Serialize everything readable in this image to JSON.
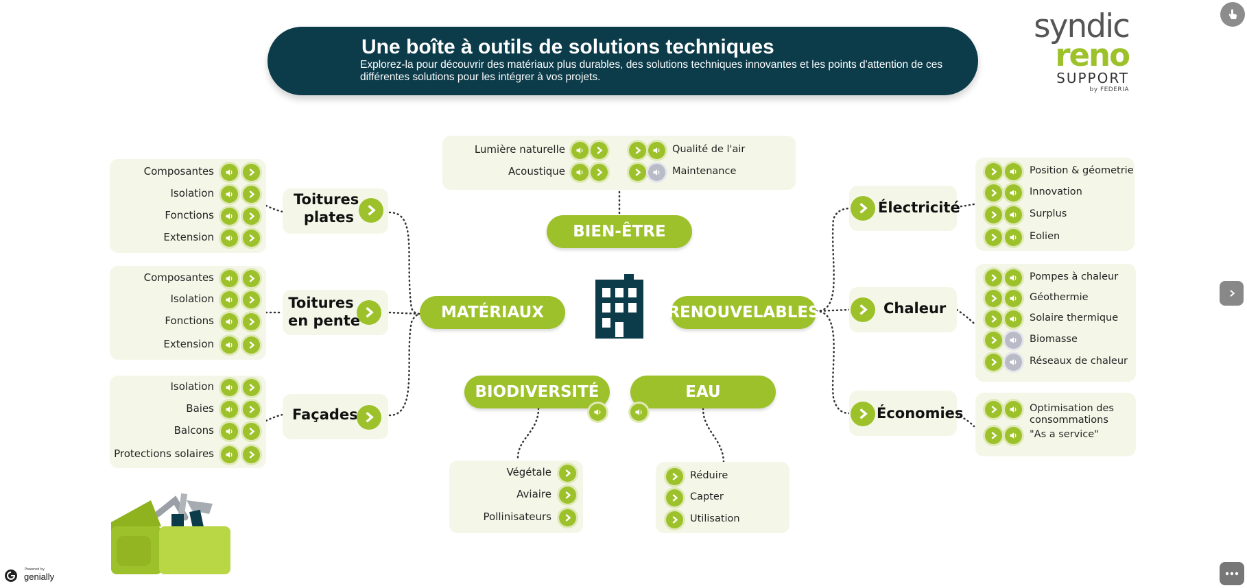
{
  "banner": {
    "title": "Une boîte à outils de solutions techniques",
    "subtitle": "Explorez-la pour découvrir des matériaux plus durables, des solutions techniques innovantes et les points d'attention de ces différentes solutions pour les intégrer à vos projets."
  },
  "logo": {
    "line1": "syndic",
    "line2": "reno",
    "line3": "SUPPORT",
    "line4": "by FEDERIA"
  },
  "hubs": {
    "materiaux": "MATÉRIAUX",
    "bienetre": "BIEN-ÊTRE",
    "renouvelables": "RENOUVELABLES",
    "biodiversite": "BIODIVERSITÉ",
    "eau": "EAU"
  },
  "toitures_plates": {
    "title": "Toitures\nplates",
    "items": [
      "Composantes",
      "Isolation",
      "Fonctions",
      "Extension"
    ]
  },
  "toitures_pente": {
    "title": "Toitures\nen pente",
    "items": [
      "Composantes",
      "Isolation",
      "Fonctions",
      "Extension"
    ]
  },
  "facades": {
    "title": "Façades",
    "items": [
      "Isolation",
      "Baies",
      "Balcons",
      "Protections solaires"
    ]
  },
  "bienetre": {
    "left": [
      "Lumière naturelle",
      "Acoustique"
    ],
    "right": [
      "Qualité de l'air",
      "Maintenance"
    ]
  },
  "biodiversite": {
    "items": [
      "Végétale",
      "Aviaire",
      "Pollinisateurs"
    ]
  },
  "eau": {
    "items": [
      "Réduire",
      "Capter",
      "Utilisation"
    ]
  },
  "electricite": {
    "title": "Électricité",
    "items": [
      "Position & géometrie",
      "Innovation",
      "Surplus",
      "Eolien"
    ]
  },
  "chaleur": {
    "title": "Chaleur",
    "items": [
      "Pompes à chaleur",
      "Géothermie",
      "Solaire thermique",
      "Biomasse",
      "Réseaux de chaleur"
    ]
  },
  "economies": {
    "title": "Économies",
    "items": [
      "Optimisation des\nconsommations",
      "\"As a service\""
    ]
  },
  "footer": {
    "powered": "Powered by",
    "brand": "genially"
  },
  "colors": {
    "accent": "#9dc12a",
    "dark": "#0c3b4a",
    "panel": "#f4f7e8",
    "disabled": "#b9bcc7"
  }
}
